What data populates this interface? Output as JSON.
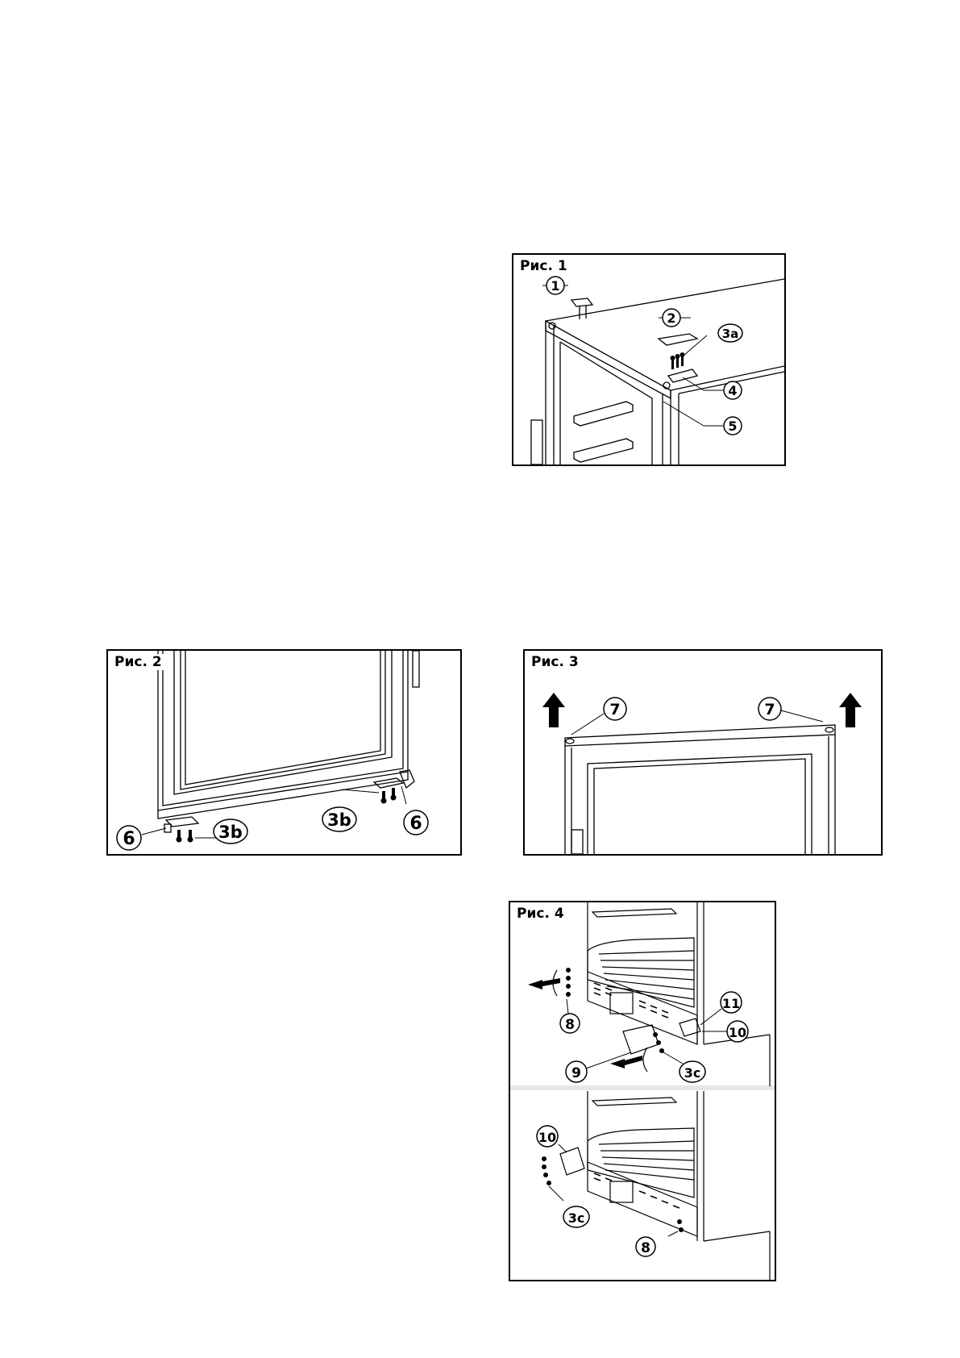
{
  "figures": {
    "fig1": {
      "title": "Рис. 1",
      "callouts": [
        "1",
        "2",
        "3a",
        "4",
        "5"
      ]
    },
    "fig2": {
      "title": "Рис. 2",
      "callouts": [
        "6",
        "3b",
        "3b",
        "6"
      ]
    },
    "fig3": {
      "title": "Рис. 3",
      "callouts": [
        "7",
        "7"
      ]
    },
    "fig4": {
      "title": "Рис. 4",
      "callouts_top": [
        "8",
        "11",
        "10",
        "9",
        "3c"
      ],
      "callouts_bottom": [
        "10",
        "3c",
        "8"
      ]
    }
  }
}
